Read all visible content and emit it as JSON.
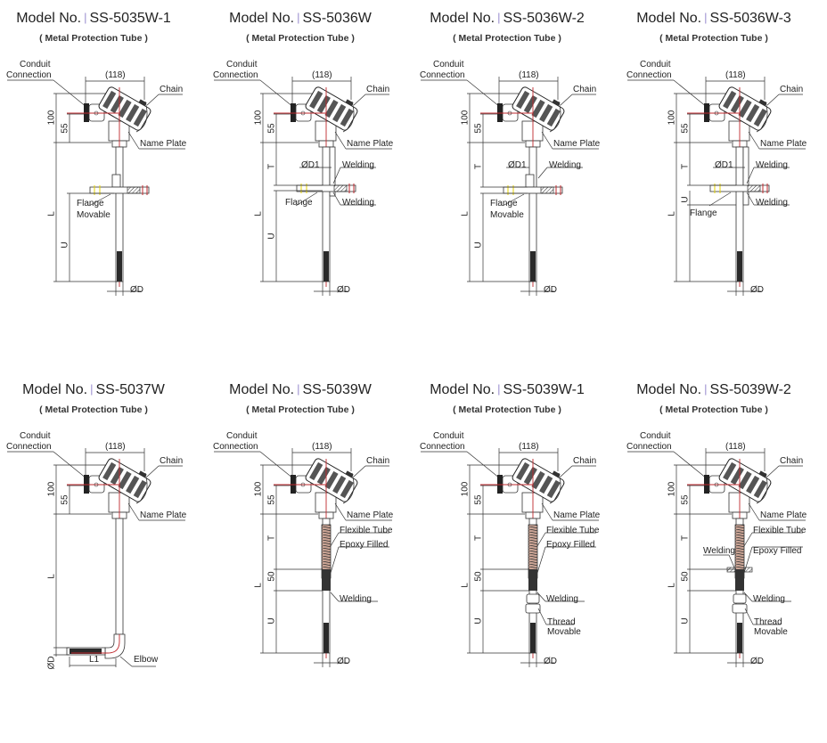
{
  "common": {
    "model_prefix": "Model No.",
    "separator": "|",
    "subtitle": "( Metal Protection Tube )",
    "conduit_1": "Conduit",
    "conduit_2": "Connection",
    "width_dim": "(118)",
    "chain": "Chain",
    "name_plate": "Name Plate",
    "dim_100": "100",
    "dim_55": "55",
    "dim_L": "L",
    "dim_D": "ØD"
  },
  "panels": [
    {
      "model": "SS-5035W-1",
      "labels": [
        "U",
        "Flange",
        "Movable"
      ]
    },
    {
      "model": "SS-5036W",
      "labels": [
        "T",
        "U",
        "ØD1",
        "Welding",
        "Flange",
        "Welding"
      ]
    },
    {
      "model": "SS-5036W-2",
      "labels": [
        "T",
        "U",
        "ØD1",
        "Welding",
        "Flange",
        "Movable"
      ]
    },
    {
      "model": "SS-5036W-3",
      "labels": [
        "T",
        "U",
        "ØD1",
        "Welding",
        "Flange",
        "Welding"
      ]
    },
    {
      "model": "SS-5037W",
      "labels": [
        "L1",
        "Elbow"
      ]
    },
    {
      "model": "SS-5039W",
      "labels": [
        "T",
        "50",
        "U",
        "Flexible Tube",
        "Epoxy Filled",
        "Welding"
      ]
    },
    {
      "model": "SS-5039W-1",
      "labels": [
        "T",
        "50",
        "U",
        "Flexible Tube",
        "Epoxy Filled",
        "Welding",
        "Thread",
        "Movable"
      ]
    },
    {
      "model": "SS-5039W-2",
      "labels": [
        "T",
        "50",
        "U",
        "Welding",
        "Flexible Tube",
        "Epoxy Filled",
        "Welding",
        "Thread",
        "Movable"
      ]
    }
  ]
}
